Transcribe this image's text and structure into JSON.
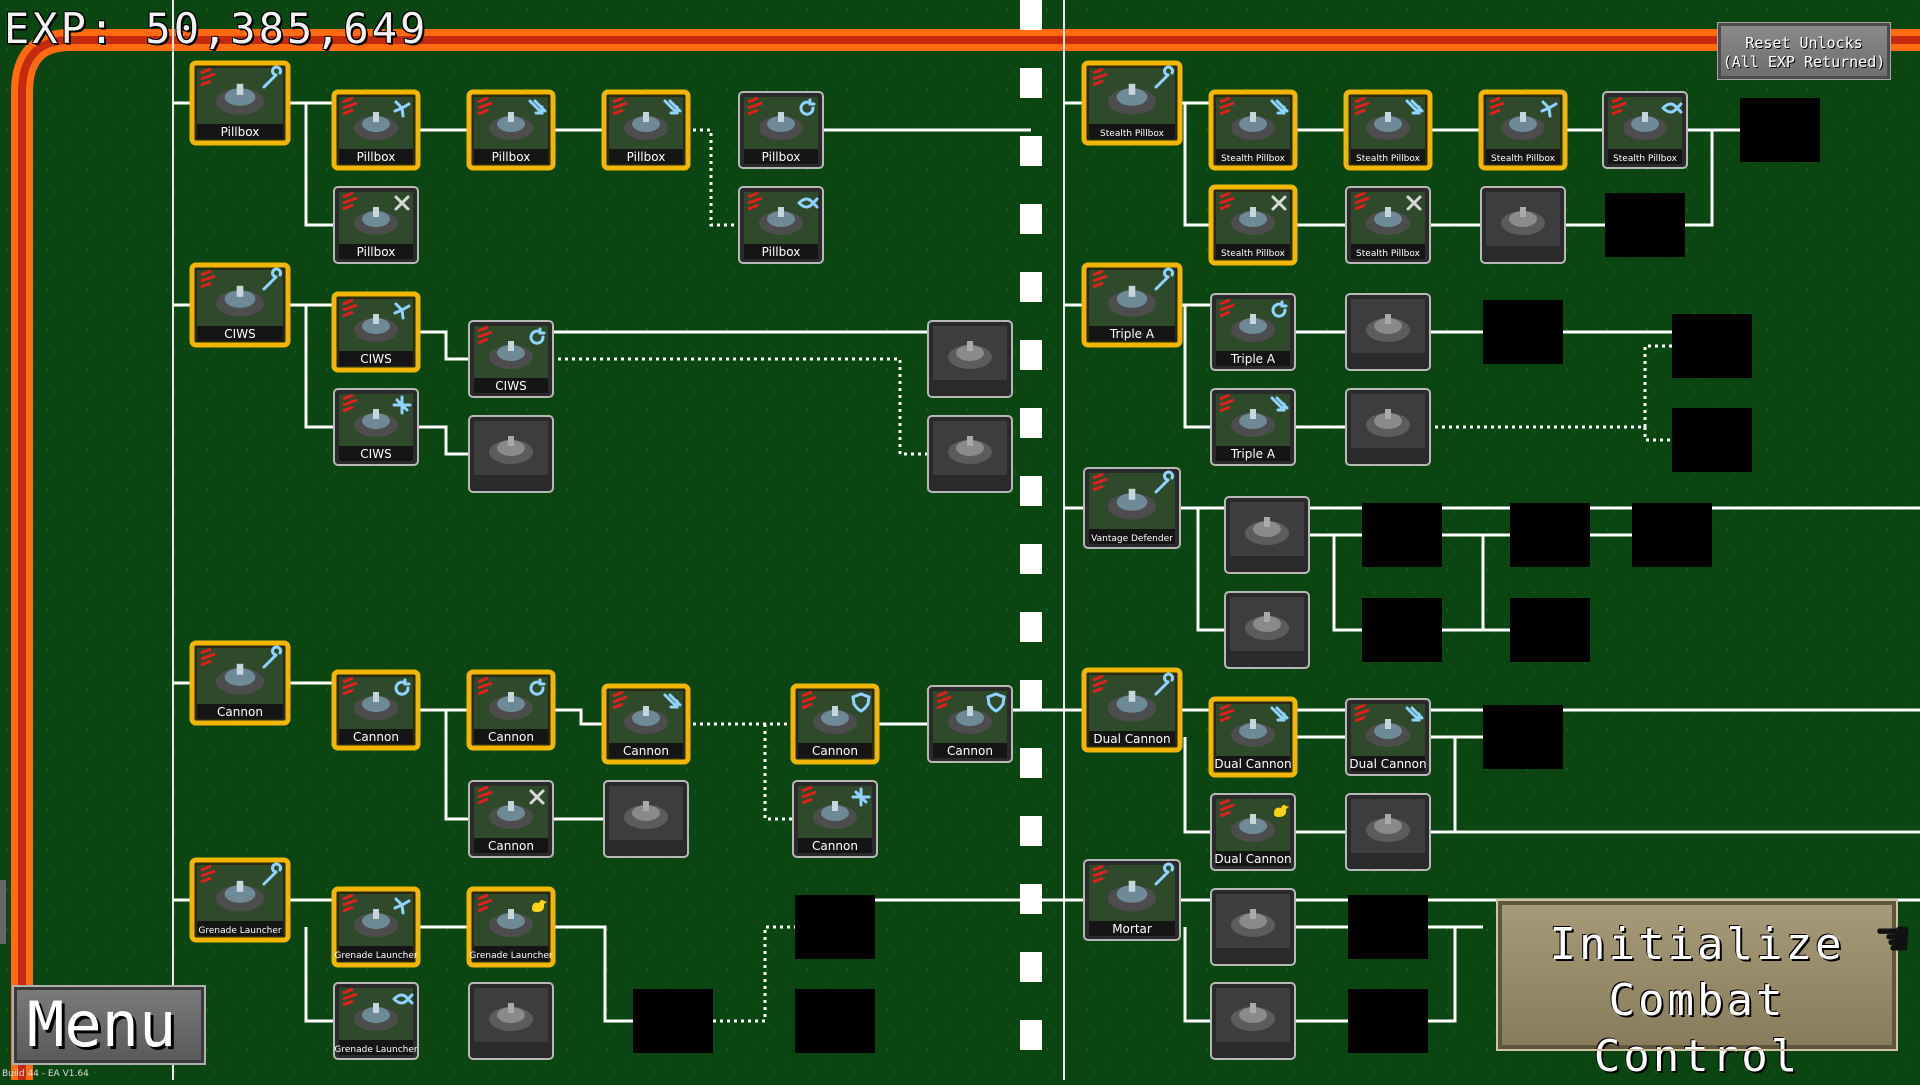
{
  "hud": {
    "exp_text": "EXP: 50,385,649",
    "reset_line1": "Reset Unlocks",
    "reset_line2": "(All EXP Returned)",
    "menu_label": "Menu",
    "init_line1": "Initialize",
    "init_line2": "Combat Control",
    "build_text": "Build 44 - EA V1.64"
  },
  "colors": {
    "background": "#0b4512",
    "unlocked_border": "#f2b705",
    "locked_border": "#b8b8b8",
    "road_orange": "#ff6a12",
    "road_red": "#c32a0e"
  },
  "tech_nodes": [
    {
      "id": "pillbox-1",
      "label": "Pillbox",
      "state": "unlocked",
      "icon": "wrench-icon",
      "big": true
    },
    {
      "id": "pillbox-2",
      "label": "Pillbox",
      "state": "unlocked",
      "icon": "fan-icon"
    },
    {
      "id": "pillbox-3",
      "label": "Pillbox",
      "state": "unlocked",
      "icon": "arrows-icon"
    },
    {
      "id": "pillbox-4",
      "label": "Pillbox",
      "state": "unlocked",
      "icon": "arrows-icon"
    },
    {
      "id": "pillbox-5",
      "label": "Pillbox",
      "state": "available",
      "icon": "refresh-icon"
    },
    {
      "id": "pillbox-6",
      "label": "Pillbox",
      "state": "available",
      "icon": "cross-icon"
    },
    {
      "id": "pillbox-7",
      "label": "Pillbox",
      "state": "available",
      "icon": "fish-icon"
    },
    {
      "id": "ciws-1",
      "label": "CIWS",
      "state": "unlocked",
      "icon": "wrench-icon",
      "big": true
    },
    {
      "id": "ciws-2",
      "label": "CIWS",
      "state": "unlocked",
      "icon": "fan-icon"
    },
    {
      "id": "ciws-3",
      "label": "CIWS",
      "state": "available",
      "icon": "refresh-icon"
    },
    {
      "id": "ciws-4",
      "label": "CIWS",
      "state": "available",
      "icon": "shuriken-icon"
    },
    {
      "id": "ciws-5",
      "label": "",
      "state": "locked",
      "icon": ""
    },
    {
      "id": "ciws-6",
      "label": "",
      "state": "locked",
      "icon": ""
    },
    {
      "id": "ciws-7",
      "label": "",
      "state": "locked",
      "icon": ""
    },
    {
      "id": "cannon-1",
      "label": "Cannon",
      "state": "unlocked",
      "icon": "wrench-icon",
      "big": true
    },
    {
      "id": "cannon-2",
      "label": "Cannon",
      "state": "unlocked",
      "icon": "refresh-icon"
    },
    {
      "id": "cannon-3",
      "label": "Cannon",
      "state": "unlocked",
      "icon": "refresh-icon"
    },
    {
      "id": "cannon-4",
      "label": "Cannon",
      "state": "unlocked",
      "icon": "arrows-icon"
    },
    {
      "id": "cannon-5",
      "label": "Cannon",
      "state": "unlocked",
      "icon": "shield-icon"
    },
    {
      "id": "cannon-6",
      "label": "Cannon",
      "state": "available",
      "icon": "shield-icon"
    },
    {
      "id": "cannon-7",
      "label": "Cannon",
      "state": "available",
      "icon": "cross-icon"
    },
    {
      "id": "cannon-8",
      "label": "",
      "state": "locked",
      "icon": ""
    },
    {
      "id": "cannon-9",
      "label": "Cannon",
      "state": "available",
      "icon": "shuriken-icon"
    },
    {
      "id": "grenade-1",
      "label": "Grenade Launcher",
      "state": "unlocked",
      "icon": "wrench-icon",
      "big": true
    },
    {
      "id": "grenade-2",
      "label": "Grenade Launcher",
      "state": "unlocked",
      "icon": "fan-icon"
    },
    {
      "id": "grenade-3",
      "label": "Grenade Launcher",
      "state": "unlocked",
      "icon": "duck-icon"
    },
    {
      "id": "grenade-4",
      "label": "Grenade Launcher",
      "state": "available",
      "icon": "fish-icon"
    },
    {
      "id": "grenade-5",
      "label": "",
      "state": "locked",
      "icon": ""
    },
    {
      "id": "grenade-6",
      "label": "",
      "state": "hidden",
      "icon": ""
    },
    {
      "id": "grenade-7",
      "label": "",
      "state": "hidden",
      "icon": ""
    },
    {
      "id": "grenade-8",
      "label": "",
      "state": "hidden",
      "icon": ""
    },
    {
      "id": "stealth-1",
      "label": "Stealth Pillbox",
      "state": "unlocked",
      "icon": "wrench-icon",
      "big": true
    },
    {
      "id": "stealth-2",
      "label": "Stealth Pillbox",
      "state": "unlocked",
      "icon": "arrows-icon"
    },
    {
      "id": "stealth-3",
      "label": "Stealth Pillbox",
      "state": "unlocked",
      "icon": "arrows-icon"
    },
    {
      "id": "stealth-4",
      "label": "Stealth Pillbox",
      "state": "unlocked",
      "icon": "fan-icon"
    },
    {
      "id": "stealth-5",
      "label": "Stealth Pillbox",
      "state": "available",
      "icon": "fish-icon"
    },
    {
      "id": "stealth-6",
      "label": "",
      "state": "hidden",
      "icon": ""
    },
    {
      "id": "stealth-7",
      "label": "Stealth Pillbox",
      "state": "unlocked",
      "icon": "cross-icon"
    },
    {
      "id": "stealth-8",
      "label": "Stealth Pillbox",
      "state": "available",
      "icon": "cross-icon"
    },
    {
      "id": "stealth-9",
      "label": "",
      "state": "locked",
      "icon": ""
    },
    {
      "id": "stealth-10",
      "label": "",
      "state": "hidden",
      "icon": ""
    },
    {
      "id": "triplea-1",
      "label": "Triple A",
      "state": "unlocked",
      "icon": "wrench-icon",
      "big": true
    },
    {
      "id": "triplea-2",
      "label": "Triple A",
      "state": "available",
      "icon": "refresh-icon"
    },
    {
      "id": "triplea-3",
      "label": "Triple A",
      "state": "available",
      "icon": "arrows-icon"
    },
    {
      "id": "triplea-4",
      "label": "",
      "state": "locked",
      "icon": ""
    },
    {
      "id": "triplea-5",
      "label": "",
      "state": "locked",
      "icon": ""
    },
    {
      "id": "triplea-6",
      "label": "",
      "state": "hidden",
      "icon": ""
    },
    {
      "id": "triplea-7",
      "label": "",
      "state": "hidden",
      "icon": ""
    },
    {
      "id": "triplea-8",
      "label": "",
      "state": "hidden",
      "icon": ""
    },
    {
      "id": "vantage-1",
      "label": "Vantage Defender",
      "state": "available",
      "icon": "wrench-icon",
      "big": true
    },
    {
      "id": "vantage-2",
      "label": "",
      "state": "locked",
      "icon": ""
    },
    {
      "id": "vantage-3",
      "label": "",
      "state": "locked",
      "icon": ""
    },
    {
      "id": "vantage-4",
      "label": "",
      "state": "hidden",
      "icon": ""
    },
    {
      "id": "vantage-5",
      "label": "",
      "state": "hidden",
      "icon": ""
    },
    {
      "id": "vantage-6",
      "label": "",
      "state": "hidden",
      "icon": ""
    },
    {
      "id": "vantage-7",
      "label": "",
      "state": "hidden",
      "icon": ""
    },
    {
      "id": "vantage-8",
      "label": "",
      "state": "hidden",
      "icon": ""
    },
    {
      "id": "dual-1",
      "label": "Dual Cannon",
      "state": "unlocked",
      "icon": "wrench-icon",
      "big": true
    },
    {
      "id": "dual-2",
      "label": "Dual Cannon",
      "state": "unlocked",
      "icon": "arrows-icon"
    },
    {
      "id": "dual-3",
      "label": "Dual Cannon",
      "state": "available",
      "icon": "arrows-icon"
    },
    {
      "id": "dual-4",
      "label": "",
      "state": "hidden",
      "icon": ""
    },
    {
      "id": "dual-5",
      "label": "Dual Cannon",
      "state": "available",
      "icon": "duck-icon"
    },
    {
      "id": "dual-6",
      "label": "",
      "state": "locked",
      "icon": ""
    },
    {
      "id": "mortar-1",
      "label": "Mortar",
      "state": "available",
      "icon": "wrench-icon",
      "big": true
    },
    {
      "id": "mortar-2",
      "label": "",
      "state": "locked",
      "icon": ""
    },
    {
      "id": "mortar-3",
      "label": "",
      "state": "hidden",
      "icon": ""
    },
    {
      "id": "mortar-4",
      "label": "",
      "state": "locked",
      "icon": ""
    },
    {
      "id": "mortar-5",
      "label": "",
      "state": "hidden",
      "icon": ""
    }
  ]
}
